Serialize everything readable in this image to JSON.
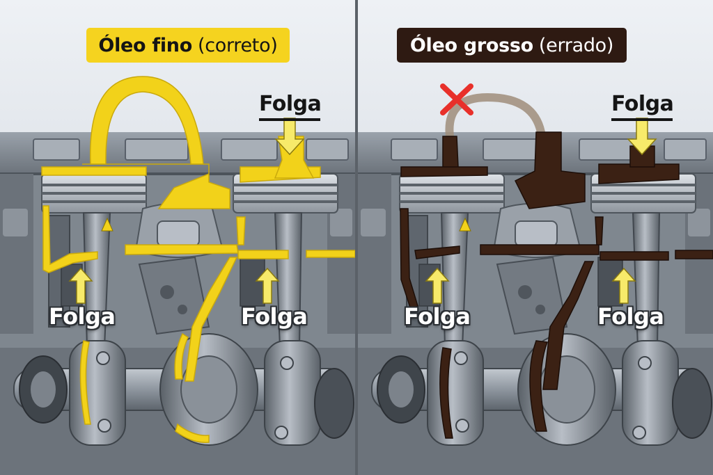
{
  "panels": {
    "left": {
      "title_strong": "Óleo fino",
      "title_rest": "(correto)",
      "accent": "#f5d31f"
    },
    "right": {
      "title_strong": "Óleo grosso",
      "title_rest": "(errado)",
      "accent": "#2e1a12"
    }
  },
  "labels": {
    "clearance": "Folga"
  },
  "colors": {
    "oil_thin": "#f2d21a",
    "oil_thick": "#3b2114",
    "metal": "#8c949d",
    "background": "#dde3ea",
    "error_mark": "#e8302a"
  },
  "icons": [
    "cross-icon",
    "arrow-down-icon",
    "arrow-up-icon",
    "arrow-up-small-icon"
  ]
}
